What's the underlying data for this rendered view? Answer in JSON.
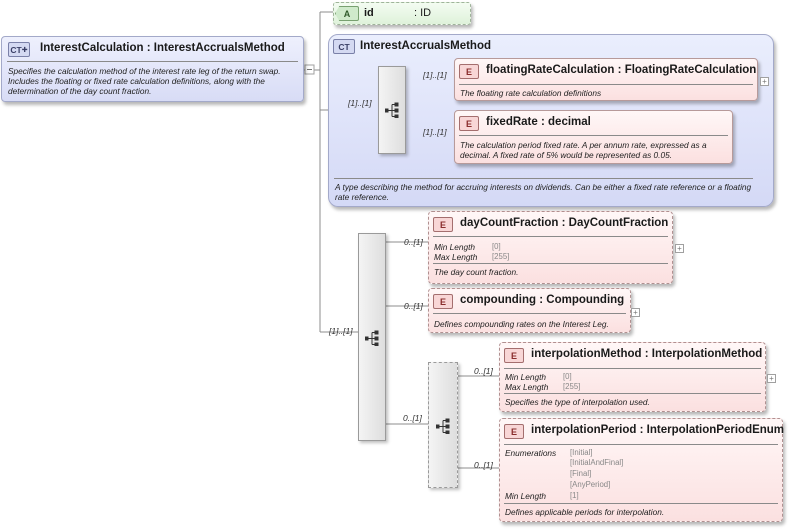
{
  "root": {
    "badge": "CT",
    "name": "InterestCalculation",
    "type": "InterestAccrualsMethod",
    "description": "Specifies the calculation method of the interest rate leg of the return swap. Includes the floating or fixed rate calculation definitions, along with the determination of the day count fraction."
  },
  "attribute_id": {
    "badge": "A",
    "name": "id",
    "type": "ID"
  },
  "complex_type": {
    "badge": "CT",
    "name": "InterestAccrualsMethod",
    "description": "A type describing the method for accruing interests on dividends. Can be either a fixed rate reference or a floating rate reference."
  },
  "choice_cardinality": "[1]..[1]",
  "sequence_cardinality": "[1]..[1]",
  "elements": {
    "floatingRateCalculation": {
      "badge": "E",
      "name": "floatingRateCalculation",
      "type": "FloatingRateCalculation",
      "cardinality": "[1]..[1]",
      "description": "The floating rate calculation definitions"
    },
    "fixedRate": {
      "badge": "E",
      "name": "fixedRate",
      "type": "decimal",
      "cardinality": "[1]..[1]",
      "description": "The calculation period fixed rate. A per annum rate, expressed as a decimal. A fixed rate of 5% would be represented as 0.05."
    },
    "dayCountFraction": {
      "badge": "E",
      "name": "dayCountFraction",
      "type": "DayCountFraction",
      "cardinality": "0..[1]",
      "facets": [
        {
          "key": "Min Length",
          "value": "[0]"
        },
        {
          "key": "Max Length",
          "value": "[255]"
        }
      ],
      "description": "The day count fraction."
    },
    "compounding": {
      "badge": "E",
      "name": "compounding",
      "type": "Compounding",
      "cardinality": "0..[1]",
      "description": "Defines compounding rates on the Interest Leg."
    },
    "interpolation_group_cardinality": "0..[1]",
    "interpolationMethod": {
      "badge": "E",
      "name": "interpolationMethod",
      "type": "InterpolationMethod",
      "cardinality": "0..[1]",
      "facets": [
        {
          "key": "Min Length",
          "value": "[0]"
        },
        {
          "key": "Max Length",
          "value": "[255]"
        }
      ],
      "description": "Specifies the type of interpolation used."
    },
    "interpolationPeriod": {
      "badge": "E",
      "name": "interpolationPeriod",
      "type": "InterpolationPeriodEnum",
      "cardinality": "0..[1]",
      "enum_label": "Enumerations",
      "enumerations": [
        "[Initial]",
        "[InitialAndFinal]",
        "[Final]",
        "[AnyPeriod]"
      ],
      "min_length_label": "Min Length",
      "min_length_value": "[1]",
      "description": "Defines applicable periods for interpolation."
    }
  },
  "separator": ":",
  "expand_glyph": "+",
  "colors": {
    "complex_type_fill": "#d8dcf6",
    "element_fill": "#fbe0e0",
    "attribute_fill": "#dff2da"
  }
}
